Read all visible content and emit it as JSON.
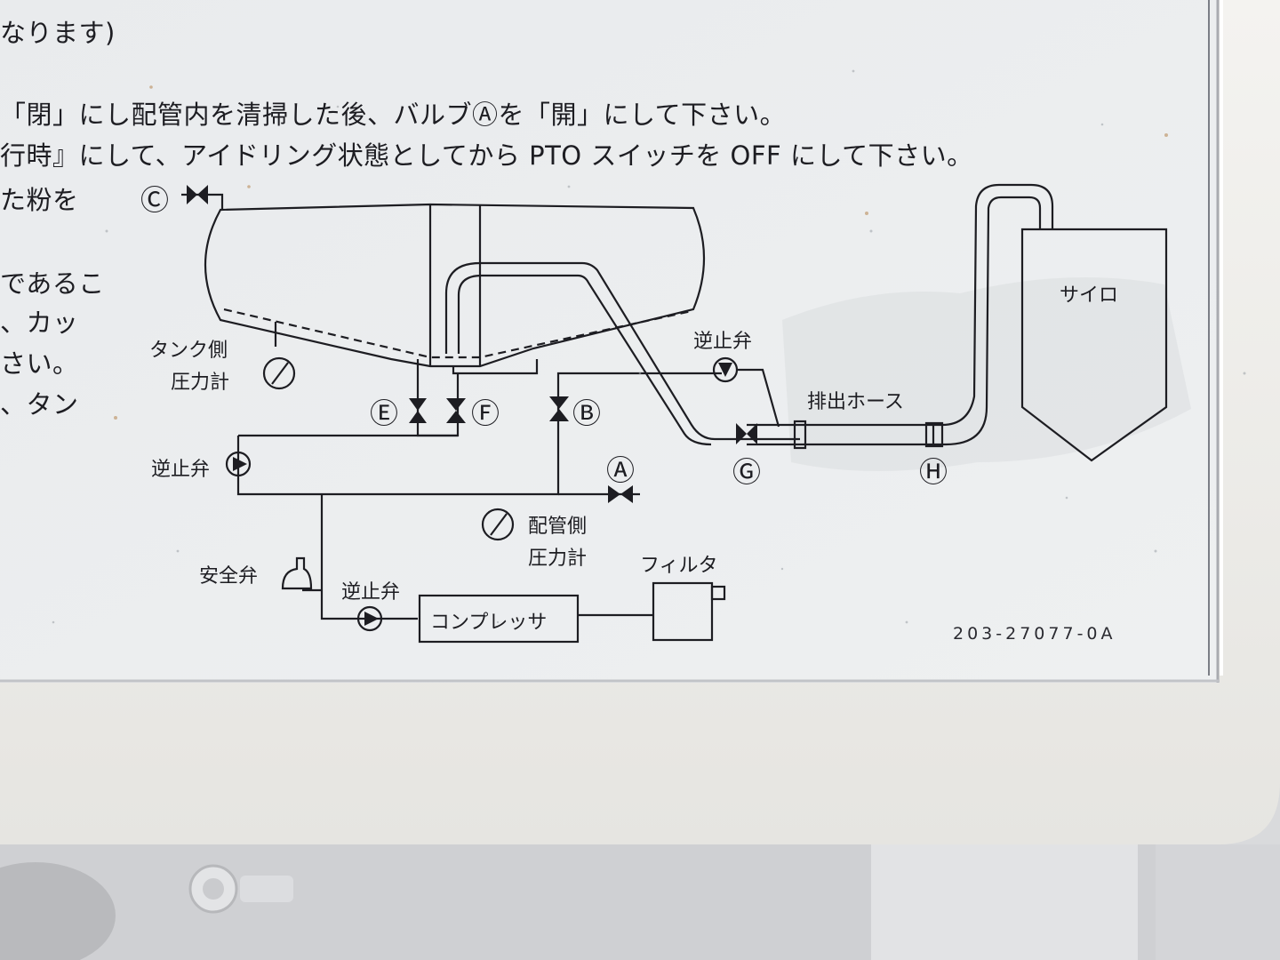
{
  "instructions": {
    "line1": "なります)",
    "line2": "「閉」にし配管内を清掃した後、バルブⒶを「開」にして下さい。",
    "line3": "行時』にして、アイドリング状態としてから PTO スイッチを OFF にして下さい。",
    "line4": "た粉を",
    "line5": "であるこ",
    "line6": "、カッ",
    "line7": "さい。",
    "line8": "、タン"
  },
  "diagram": {
    "tank_gauge_label_1": "タンク側",
    "tank_gauge_label_2": "圧力計",
    "check_valve_top": "逆止弁",
    "check_valve_left": "逆止弁",
    "check_valve_bottom": "逆止弁",
    "discharge_hose": "排出ホース",
    "silo": "サイロ",
    "pipe_gauge_label_1": "配管側",
    "pipe_gauge_label_2": "圧力計",
    "safety_valve": "安全弁",
    "compressor": "コンプレッサ",
    "filter": "フィルタ",
    "valves": {
      "A": "Ⓐ",
      "B": "Ⓑ",
      "C": "Ⓒ",
      "E": "Ⓔ",
      "F": "Ⓕ",
      "G": "Ⓖ",
      "H": "Ⓗ"
    },
    "part_number": "203-27077-0A"
  },
  "colors": {
    "plate": "#eceeef",
    "frame": "#f1f0ed",
    "ink": "#1d1d22",
    "machinery": "#c9cacd"
  }
}
